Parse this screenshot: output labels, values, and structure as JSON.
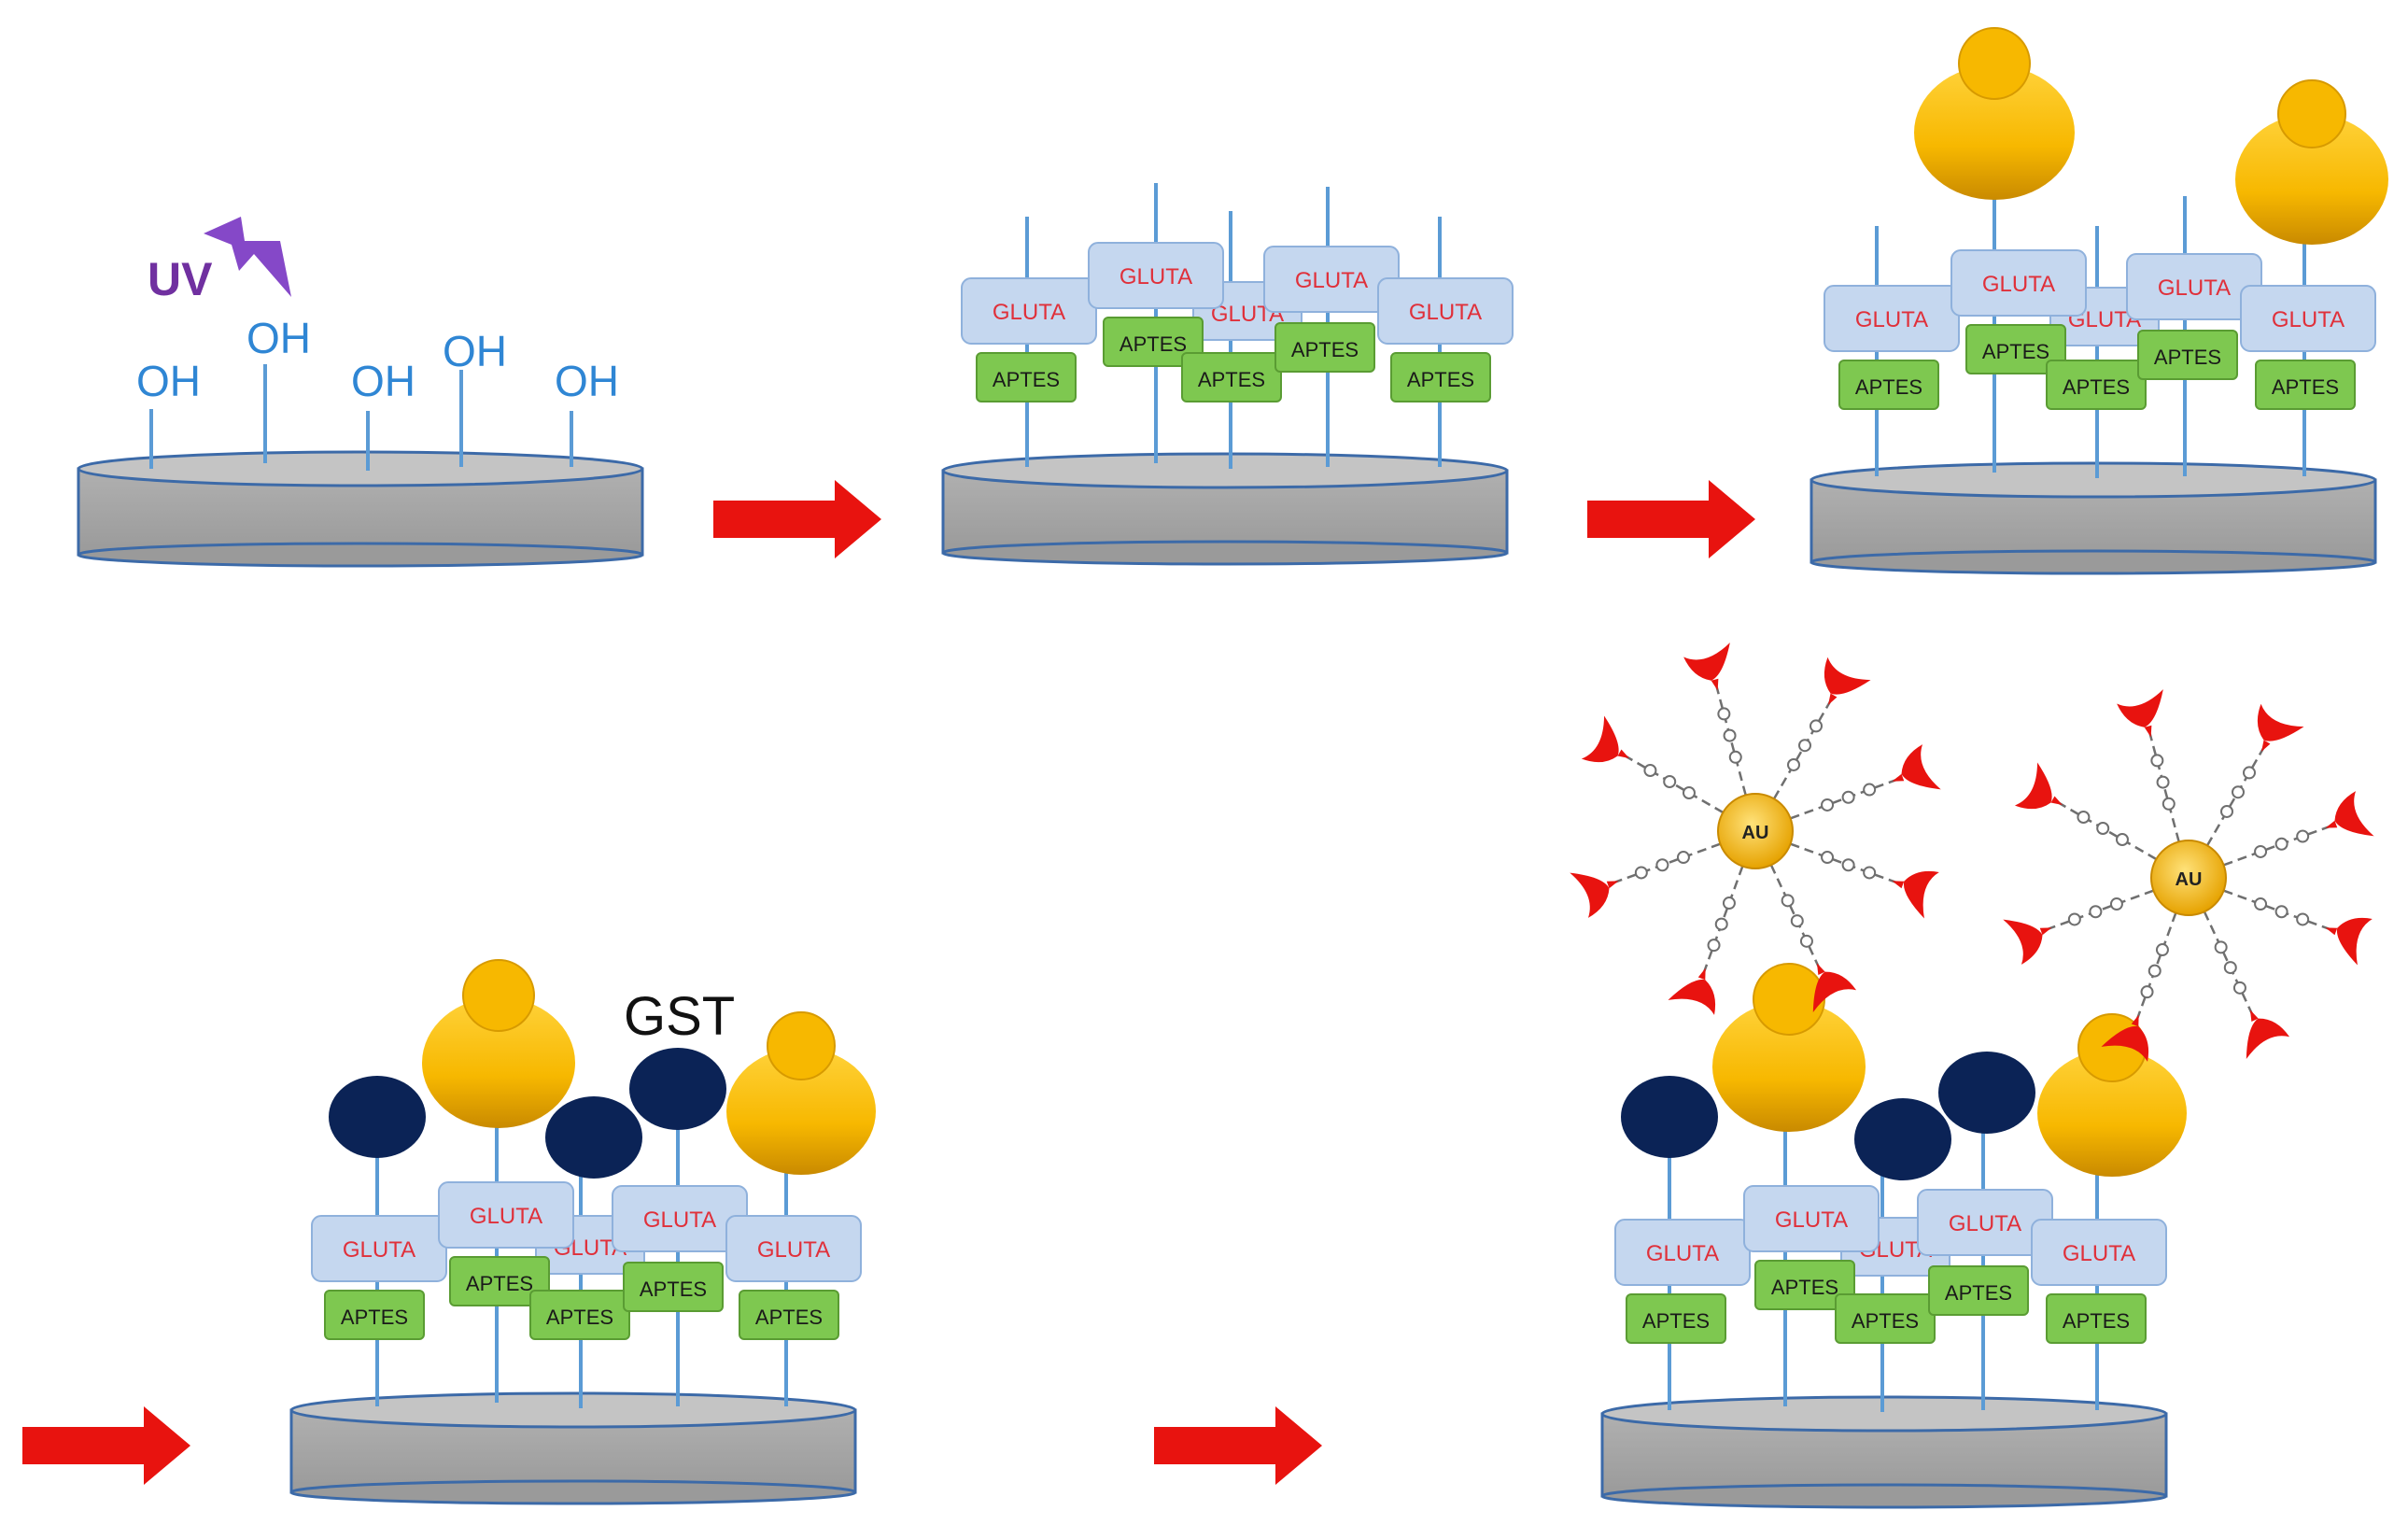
{
  "labels": {
    "uv": "UV",
    "oh": "OH",
    "gluta": "GLUTA",
    "aptes": "APTES",
    "gst": "GST",
    "au": "AU"
  },
  "colors": {
    "substrate": "#a6a6a6",
    "gluta_box": "#c5d7ef",
    "gluta_text": "#e0303a",
    "aptes_box": "#7ec850",
    "stalk": "#5b9bd5",
    "oh_text": "#2f86d4",
    "uv_text": "#7030a0",
    "arrow": "#e8130f",
    "gold": "#f7b800",
    "blocker": "#0b2356",
    "antibody": "#e8130f"
  }
}
